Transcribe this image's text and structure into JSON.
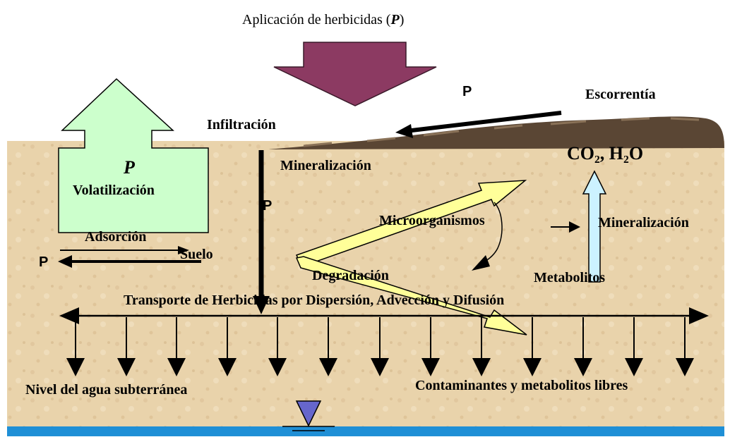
{
  "title": {
    "text": "Aplicación de herbicidas (",
    "symbol": "P",
    "close": ")"
  },
  "labels": {
    "infiltracion": "Infiltración",
    "escorrentia": "Escorrentía",
    "mineralizacion_top": "Mineralización",
    "co2": "CO₂, H₂O",
    "volatilizacion": "Volatilización",
    "adsorcion": "Adsorción",
    "suelo": "Suelo",
    "microorganismos": "Microorganismos",
    "mineralizacion_right": "Mineralización",
    "degradacion": "Degradación",
    "metabolitos": "Metabolitos",
    "transporte": "Transporte de Herbicidas por Dispersión, Advección y Difusión",
    "nivel": "Nivel del agua subterránea",
    "contaminantes": "Contaminantes y metabolitos libres"
  },
  "p_markers": {
    "escorrentia": "P",
    "volatilizacion": "P",
    "infiltracion": "P",
    "adsorcion": "P"
  },
  "colors": {
    "soil": "#e6cfa6",
    "soil_dark": "#5a4634",
    "application_arrow": "#8c3a62",
    "volatilization_arrow": "#ccffcc",
    "co2_arrow": "#ccf2ff",
    "degradation_arrow": "#ffff99",
    "water_line": "#1f8fd6",
    "water_symbol": "#6666cc"
  }
}
